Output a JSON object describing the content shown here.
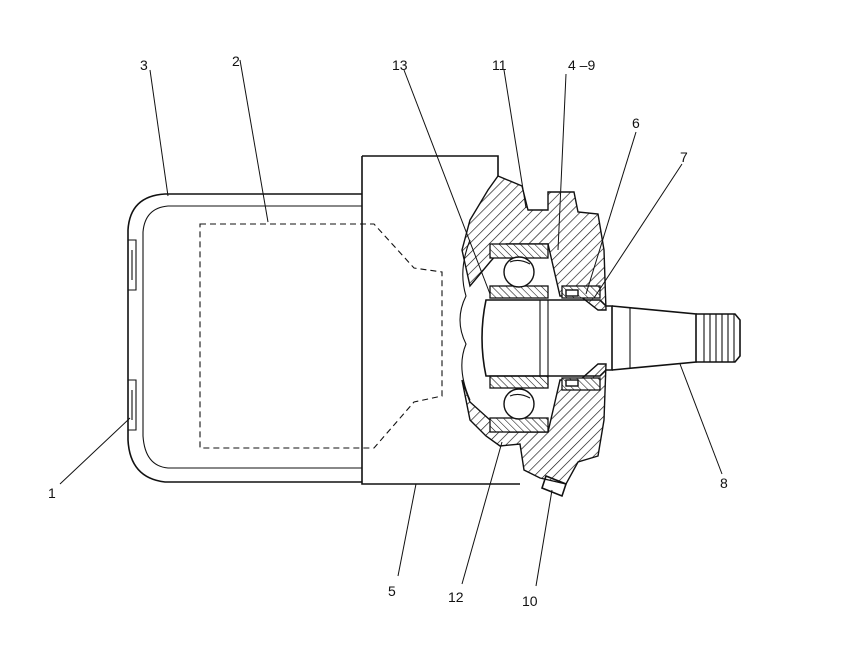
{
  "callouts": [
    {
      "id": "1",
      "label": "1"
    },
    {
      "id": "2",
      "label": "2"
    },
    {
      "id": "3",
      "label": "3"
    },
    {
      "id": "4-9",
      "label": "4 –9"
    },
    {
      "id": "5",
      "label": "5"
    },
    {
      "id": "6",
      "label": "6"
    },
    {
      "id": "7",
      "label": "7"
    },
    {
      "id": "8",
      "label": "8"
    },
    {
      "id": "10",
      "label": "10"
    },
    {
      "id": "11",
      "label": "11"
    },
    {
      "id": "12",
      "label": "12"
    },
    {
      "id": "13",
      "label": "13"
    }
  ]
}
